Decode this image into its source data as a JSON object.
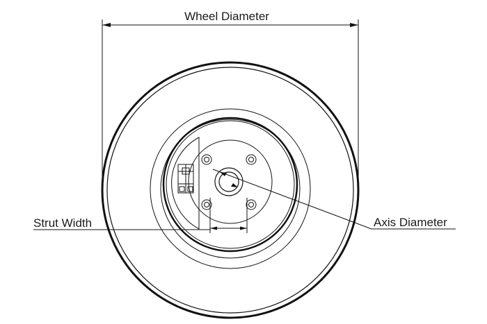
{
  "labels": {
    "wheel_diameter": "Wheel Diameter",
    "strut_width": "Strut Width",
    "axis_diameter": "Axis Diameter"
  },
  "colors": {
    "line": "#111111",
    "background": "#ffffff"
  }
}
